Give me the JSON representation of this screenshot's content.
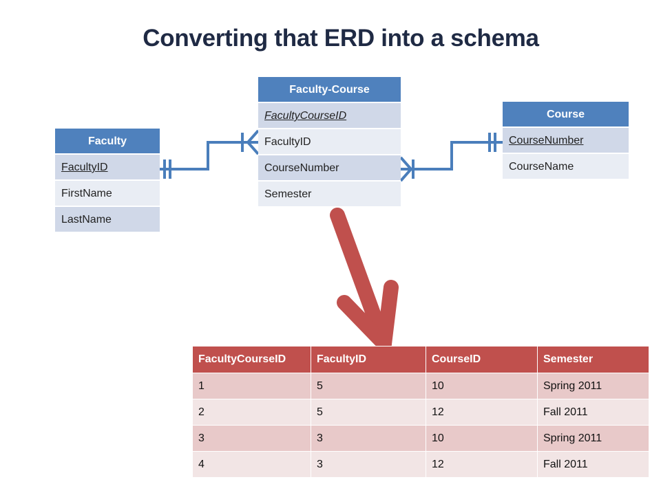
{
  "title": "Converting that ERD into a schema",
  "entities": {
    "faculty": {
      "name": "Faculty",
      "fields": [
        "FacultyID",
        "FirstName",
        "LastName"
      ]
    },
    "faculty_course": {
      "name": "Faculty-Course",
      "fields": [
        "FacultyCourseID",
        "FacultyID",
        "CourseNumber",
        "Semester"
      ]
    },
    "course": {
      "name": "Course",
      "fields": [
        "CourseNumber",
        "CourseName"
      ]
    }
  },
  "table": {
    "headers": [
      "FacultyCourseID",
      "FacultyID",
      "CourseID",
      "Semester"
    ],
    "rows": [
      [
        "1",
        "5",
        "10",
        "Spring 2011"
      ],
      [
        "2",
        "5",
        "12",
        "Fall 2011"
      ],
      [
        "3",
        "3",
        "10",
        "Spring 2011"
      ],
      [
        "4",
        "3",
        "12",
        "Fall 2011"
      ]
    ]
  },
  "colors": {
    "entity_header": "#4f81bd",
    "entity_row_dark": "#d0d8e8",
    "entity_row_light": "#e9edf4",
    "connector": "#4a7ebb",
    "table_header": "#c0504d",
    "arrow": "#c0504d"
  }
}
